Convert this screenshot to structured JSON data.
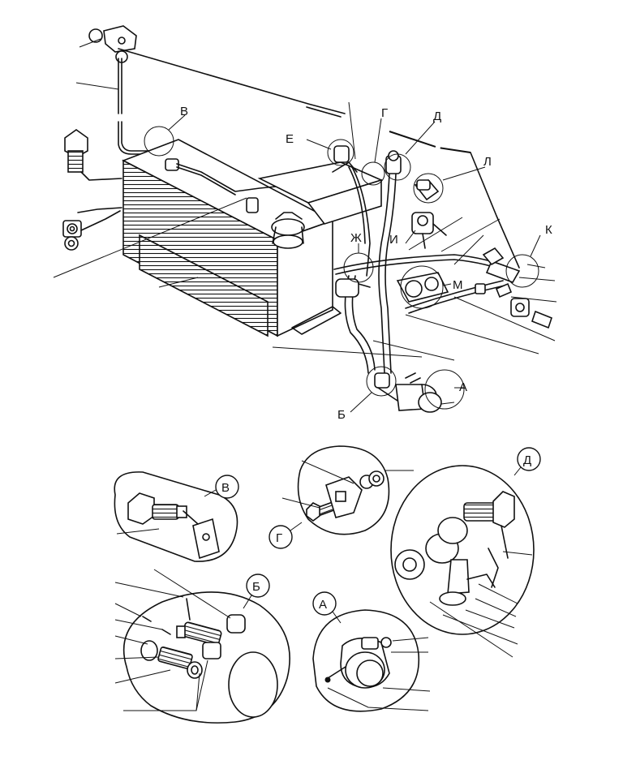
{
  "diagram": {
    "main_callouts": [
      {
        "key": "v",
        "text": "В"
      },
      {
        "key": "g",
        "text": "Г"
      },
      {
        "key": "d",
        "text": "Д"
      },
      {
        "key": "e",
        "text": "Е"
      },
      {
        "key": "l",
        "text": "Л"
      },
      {
        "key": "zh",
        "text": "Ж"
      },
      {
        "key": "i",
        "text": "И"
      },
      {
        "key": "k",
        "text": "К"
      },
      {
        "key": "m",
        "text": "М"
      },
      {
        "key": "a",
        "text": "А"
      },
      {
        "key": "b",
        "text": "Б"
      }
    ],
    "details": [
      {
        "key": "detail_v",
        "text": "В"
      },
      {
        "key": "detail_g",
        "text": "Г"
      },
      {
        "key": "detail_d",
        "text": "Д"
      },
      {
        "key": "detail_b",
        "text": "Б"
      },
      {
        "key": "detail_a",
        "text": "А"
      }
    ]
  }
}
